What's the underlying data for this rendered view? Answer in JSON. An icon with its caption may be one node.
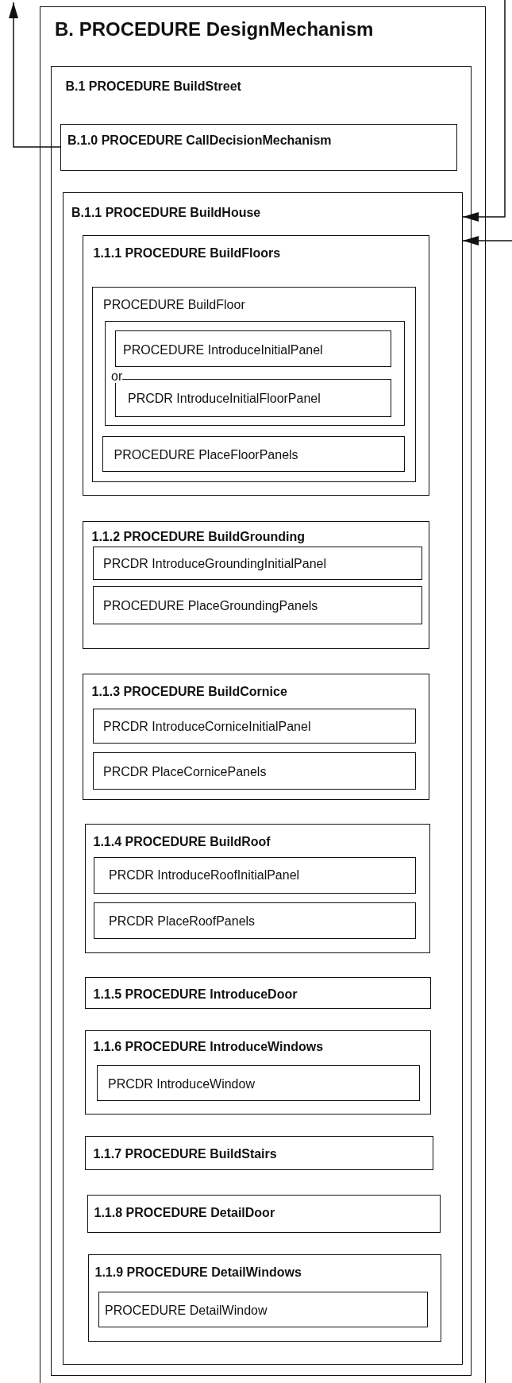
{
  "diagram": {
    "nodes": [
      {
        "text": [
          "B.  PROCEDURE DesignMechanism"
        ]
      },
      {
        "text": [
          "B.1 PROCEDURE BuildStreet"
        ],
        "in": 0
      },
      {
        "text": [
          "B.1.0 PROCEDURE CallDecisionMechanism"
        ],
        "in": 1
      },
      {
        "text": [
          "B.1.1 PROCEDURE BuildHouse"
        ],
        "in": 1
      },
      {
        "text": [
          "1.1.1  PROCEDURE BuildFloors"
        ],
        "in": 3
      },
      {
        "text": [
          "PROCEDURE BuildFloor"
        ],
        "in": 4
      },
      {
        "text": [],
        "shape": "box",
        "in": 5
      },
      {
        "text": [
          "PROCEDURE IntroduceInitialPanel"
        ],
        "in": 6
      },
      {
        "text": [
          "PRCDR IntroduceInitialFloorPanel"
        ],
        "in": 6
      },
      {
        "text": [
          "PROCEDURE PlaceFloorPanels"
        ],
        "in": 5
      },
      {
        "text": [
          "1.1.2  PROCEDURE BuildGrounding"
        ],
        "in": 3
      },
      {
        "text": [
          "PRCDR IntroduceGroundingInitialPanel"
        ],
        "in": 10
      },
      {
        "text": [
          "PROCEDURE PlaceGroundingPanels"
        ],
        "in": 10
      },
      {
        "text": [
          "1.1.3  PROCEDURE BuildCornice"
        ],
        "in": 3
      },
      {
        "text": [
          "PRCDR IntroduceCorniceInitialPanel"
        ],
        "in": 13
      },
      {
        "text": [
          "PRCDR  PlaceCornicePanels"
        ],
        "in": 13
      },
      {
        "text": [
          "1.1.4  PROCEDURE BuildRoof"
        ],
        "in": 3
      },
      {
        "text": [
          "PRCDR IntroduceRoofInitialPanel"
        ],
        "in": 16
      },
      {
        "text": [
          "PRCDR PlaceRoofPanels"
        ],
        "in": 16
      },
      {
        "text": [
          "1.1.5  PROCEDURE IntroduceDoor"
        ],
        "in": 3
      },
      {
        "text": [
          "1.1.6  PROCEDURE IntroduceWindows"
        ],
        "in": 3
      },
      {
        "text": [
          "PRCDR IntroduceWindow"
        ],
        "in": 20
      },
      {
        "text": [
          "1.1.7  PROCEDURE BuildStairs"
        ],
        "in": 3
      },
      {
        "text": [
          "1.1.8  PROCEDURE DetailDoor"
        ],
        "in": 3
      },
      {
        "text": [
          "1.1.9  PROCEDURE DetailWindows"
        ],
        "in": 3
      },
      {
        "text": [
          "PROCEDURE DetailWindow"
        ],
        "in": 24
      }
    ],
    "edges": [
      {
        "from": 2,
        "to": null,
        "arrow": "to"
      },
      {
        "from": null,
        "to": 3,
        "arrow": "to"
      },
      {
        "from": null,
        "to": 3,
        "arrow": "to"
      }
    ],
    "labels": [
      "or"
    ]
  }
}
